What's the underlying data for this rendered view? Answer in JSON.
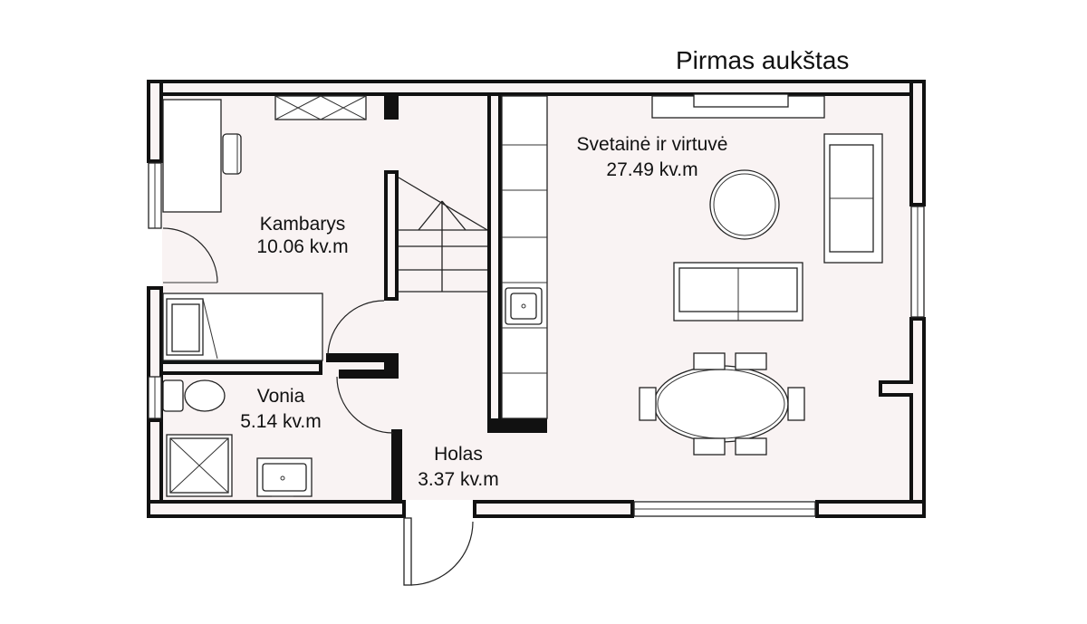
{
  "plan": {
    "title": "Pirmas aukštas",
    "rooms": [
      {
        "id": "kambarys",
        "name": "Kambarys",
        "area": "10.06 kv.m"
      },
      {
        "id": "vonia",
        "name": "Vonia",
        "area": "5.14 kv.m"
      },
      {
        "id": "holas",
        "name": "Holas",
        "area": "3.37 kv.m"
      },
      {
        "id": "svetaine",
        "name": "Svetainė ir virtuvė",
        "area": "27.49 kv.m"
      }
    ],
    "colors": {
      "wall": "#111111",
      "floor": "#f9f3f3",
      "furniture": "#ffffff"
    }
  }
}
